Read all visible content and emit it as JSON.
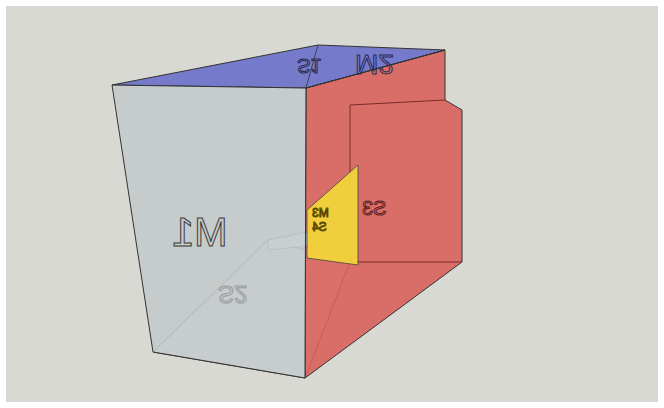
{
  "diagram": {
    "labels": [
      "M1",
      "M2",
      "S1",
      "S2",
      "S3",
      "M3",
      "S4"
    ]
  }
}
